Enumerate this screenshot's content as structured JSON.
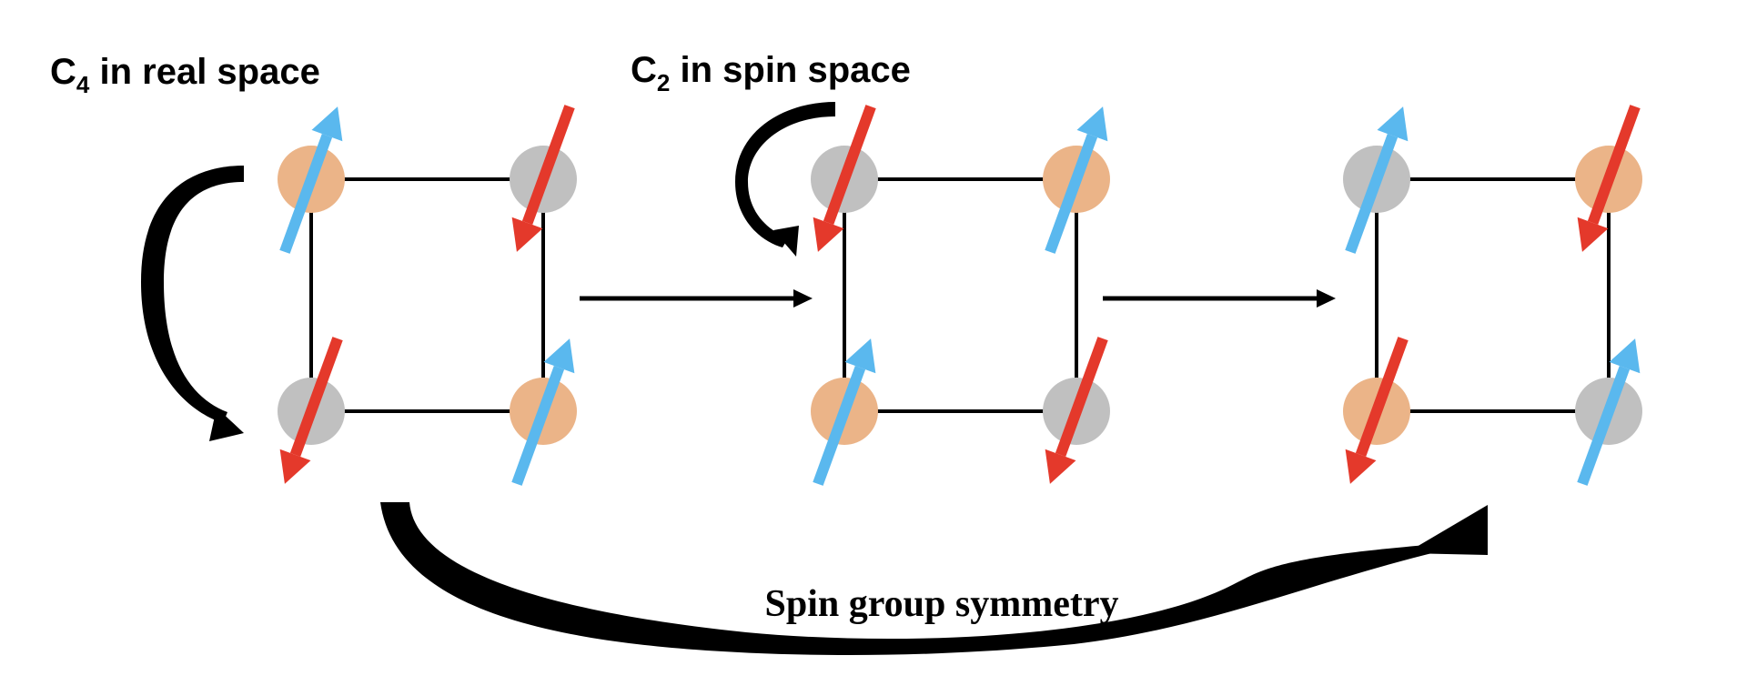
{
  "labels": {
    "c4_base": "C",
    "c4_sub": "4",
    "c4_rest": " in real space",
    "c2_base": "C",
    "c2_sub": "2",
    "c2_rest": " in spin space",
    "spin_group": "Spin group symmetry"
  },
  "colors": {
    "orange_atom": "#EBB488",
    "gray_atom": "#C0C0C0",
    "spin_up": "#5AB8EE",
    "spin_down": "#E4392B",
    "line": "#000000"
  },
  "panels": [
    {
      "name": "panel-1",
      "sites": [
        {
          "pos": "top-left",
          "atom": "orange",
          "spin": "up"
        },
        {
          "pos": "top-right",
          "atom": "gray",
          "spin": "down"
        },
        {
          "pos": "bottom-left",
          "atom": "gray",
          "spin": "down"
        },
        {
          "pos": "bottom-right",
          "atom": "orange",
          "spin": "up"
        }
      ]
    },
    {
      "name": "panel-2",
      "sites": [
        {
          "pos": "top-left",
          "atom": "gray",
          "spin": "down"
        },
        {
          "pos": "top-right",
          "atom": "orange",
          "spin": "up"
        },
        {
          "pos": "bottom-left",
          "atom": "orange",
          "spin": "up"
        },
        {
          "pos": "bottom-right",
          "atom": "gray",
          "spin": "down"
        }
      ]
    },
    {
      "name": "panel-3",
      "sites": [
        {
          "pos": "top-left",
          "atom": "gray",
          "spin": "up"
        },
        {
          "pos": "top-right",
          "atom": "orange",
          "spin": "down"
        },
        {
          "pos": "bottom-left",
          "atom": "orange",
          "spin": "down"
        },
        {
          "pos": "bottom-right",
          "atom": "gray",
          "spin": "up"
        }
      ]
    }
  ]
}
